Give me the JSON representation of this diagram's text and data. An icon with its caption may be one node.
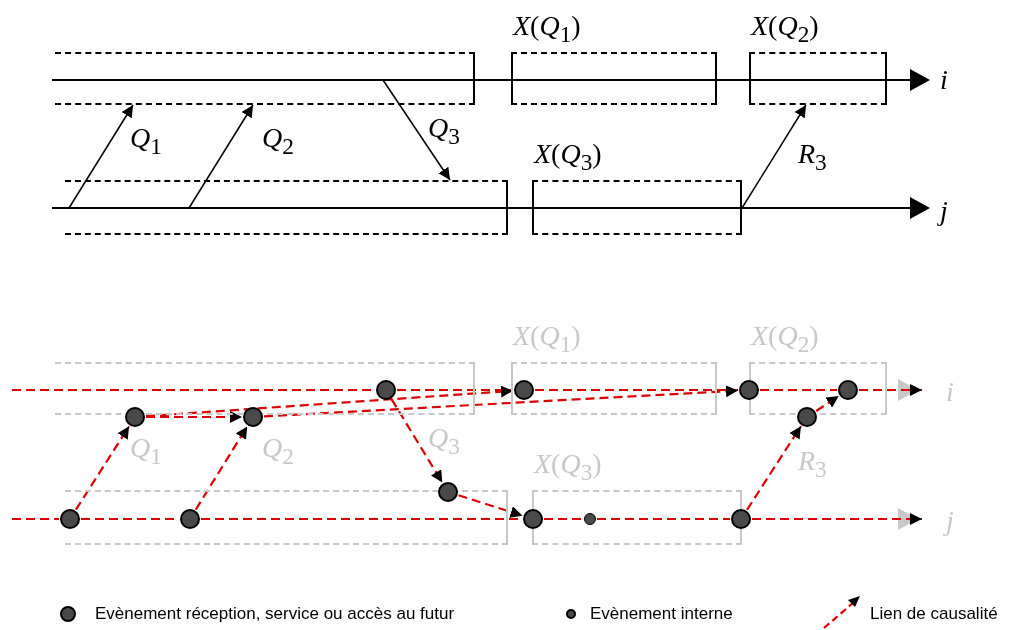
{
  "diagram": {
    "nodes": [
      {
        "text": [],
        "shape": "box"
      },
      {
        "text": [
          "*X*(*Q*$_{1}$)"
        ]
      },
      {
        "text": [
          "*X*(*Q*$_{2}$)"
        ]
      },
      {
        "text": [],
        "shape": "box"
      },
      {
        "text": [
          "*X*(*Q*$_{3}$)"
        ]
      },
      {
        "text": [],
        "shape": "box"
      },
      {
        "text": [
          "*X*(*Q*$_{1}$)"
        ]
      },
      {
        "text": [
          "*X*(*Q*$_{2}$)"
        ]
      },
      {
        "text": [],
        "shape": "box"
      },
      {
        "text": [
          "*X*(*Q*$_{3}$)"
        ]
      },
      {
        "text": [],
        "shape": "circle",
        "in": 5
      },
      {
        "text": [],
        "shape": "circle",
        "in": 6
      },
      {
        "text": [],
        "shape": "circle"
      },
      {
        "text": [],
        "shape": "circle",
        "in": 7
      },
      {
        "text": [],
        "shape": "circle"
      },
      {
        "text": [],
        "shape": "circle"
      },
      {
        "text": [],
        "shape": "circle"
      },
      {
        "text": [],
        "shape": "circle"
      },
      {
        "text": [],
        "shape": "circle",
        "in": 8
      },
      {
        "text": [],
        "shape": "circle",
        "in": 8
      },
      {
        "text": [],
        "shape": "circle"
      },
      {
        "text": [],
        "shape": "circle",
        "in": 9
      },
      {
        "text": [],
        "shape": "circle"
      }
    ],
    "edges": [
      {
        "from": 3,
        "to": 0,
        "arrow": "to",
        "label": "*Q*$_{1}$",
        "color": "#000000"
      },
      {
        "from": 3,
        "to": 0,
        "arrow": "to",
        "label": "*Q*$_{2}$",
        "color": "#000000"
      },
      {
        "from": 0,
        "to": 3,
        "arrow": "to",
        "label": "*Q*$_{3}$",
        "color": "#000000"
      },
      {
        "from": 4,
        "to": 2,
        "arrow": "to",
        "label": "*R*$_{3}$",
        "color": "#000000"
      },
      {
        "from": null,
        "to": 10,
        "arrow": "none",
        "style": "dashed",
        "color": "#dd0000"
      },
      {
        "from": 10,
        "to": 11,
        "arrow": "none",
        "style": "dashed",
        "color": "#dd0000"
      },
      {
        "from": 11,
        "to": 12,
        "arrow": "none",
        "style": "dashed",
        "color": "#dd0000"
      },
      {
        "from": 12,
        "to": 13,
        "arrow": "none",
        "style": "dashed",
        "color": "#dd0000"
      },
      {
        "from": 13,
        "to": null,
        "arrow": "to",
        "style": "dashed",
        "color": "#dd0000"
      },
      {
        "from": null,
        "to": 18,
        "arrow": "none",
        "style": "dashed",
        "color": "#dd0000"
      },
      {
        "from": 18,
        "to": 19,
        "arrow": "none",
        "style": "dashed",
        "color": "#dd0000"
      },
      {
        "from": 19,
        "to": 20,
        "arrow": "none",
        "style": "dashed",
        "color": "#dd0000"
      },
      {
        "from": 20,
        "to": 21,
        "arrow": "none",
        "style": "dashed",
        "color": "#dd0000"
      },
      {
        "from": 21,
        "to": 22,
        "arrow": "none",
        "style": "dashed",
        "color": "#dd0000"
      },
      {
        "from": 22,
        "to": null,
        "arrow": "to",
        "style": "dashed",
        "color": "#dd0000"
      },
      {
        "from": 18,
        "to": 14,
        "arrow": "to",
        "label": "*Q*$_{1}$",
        "style": "dashed",
        "color": "#dd0000"
      },
      {
        "from": 14,
        "to": 15,
        "arrow": "to",
        "style": "dashed",
        "color": "#dd0000"
      },
      {
        "from": 14,
        "to": 11,
        "arrow": "to",
        "style": "dashed",
        "color": "#dd0000"
      },
      {
        "from": 19,
        "to": 15,
        "arrow": "to",
        "label": "*Q*$_{2}$",
        "style": "dashed",
        "color": "#dd0000"
      },
      {
        "from": 15,
        "to": 12,
        "arrow": "to",
        "style": "dashed",
        "color": "#dd0000"
      },
      {
        "from": 10,
        "to": 17,
        "arrow": "to",
        "label": "*Q*$_{3}$",
        "style": "dashed",
        "color": "#dd0000"
      },
      {
        "from": 17,
        "to": 20,
        "arrow": "to",
        "style": "dashed",
        "color": "#dd0000"
      },
      {
        "from": 22,
        "to": 16,
        "arrow": "to",
        "label": "*R*$_{3}$",
        "style": "dashed",
        "color": "#dd0000"
      },
      {
        "from": 16,
        "to": 13,
        "arrow": "to",
        "style": "dashed",
        "color": "#dd0000"
      }
    ],
    "labels": [
      "i",
      "j",
      "i",
      "j"
    ],
    "legend": [
      {
        "text": "Evènement réception, service ou accès au futur"
      },
      {
        "text": "Evènement interne"
      },
      {
        "text": "Lien de causalité"
      }
    ]
  }
}
